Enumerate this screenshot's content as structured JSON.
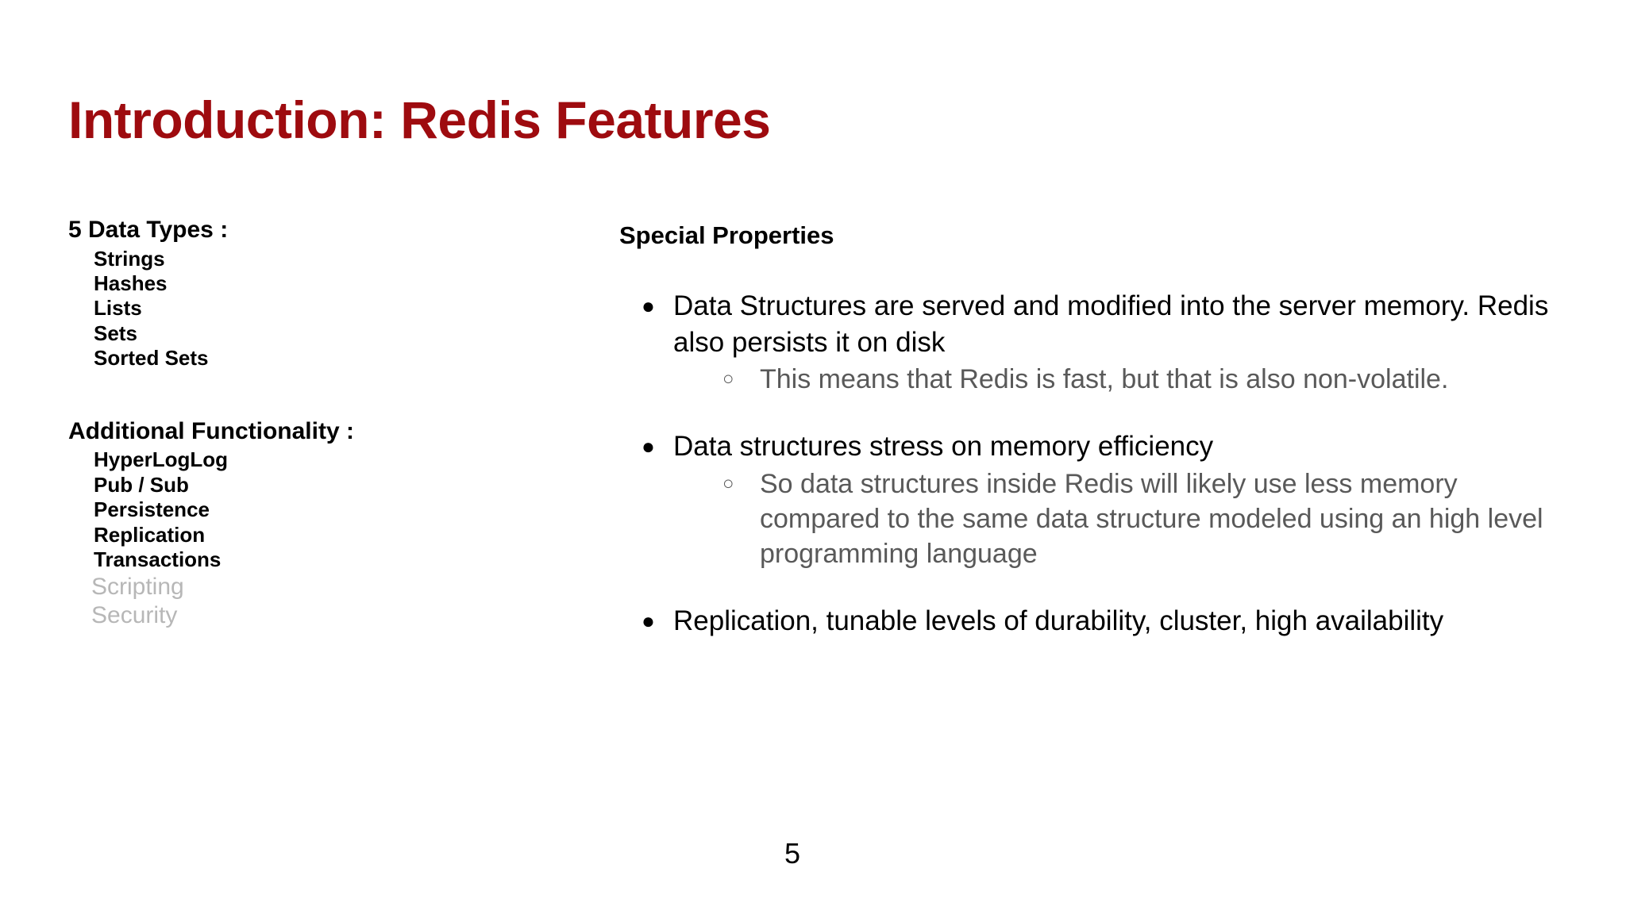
{
  "slide": {
    "title": "Introduction: Redis Features",
    "title_color": "#9e0b0f",
    "page_number": "5",
    "background_color": "#ffffff"
  },
  "left_column": {
    "sections": [
      {
        "heading": "5 Data Types :",
        "items": [
          {
            "label": "Strings",
            "muted": false
          },
          {
            "label": "Hashes",
            "muted": false
          },
          {
            "label": "Lists",
            "muted": false
          },
          {
            "label": "Sets",
            "muted": false
          },
          {
            "label": "Sorted Sets",
            "muted": false
          }
        ]
      },
      {
        "heading": "Additional Functionality :",
        "items": [
          {
            "label": "HyperLogLog",
            "muted": false
          },
          {
            "label": "Pub / Sub",
            "muted": false
          },
          {
            "label": "Persistence",
            "muted": false
          },
          {
            "label": "Replication",
            "muted": false
          },
          {
            "label": "Transactions",
            "muted": false
          },
          {
            "label": "Scripting",
            "muted": true
          },
          {
            "label": "Security",
            "muted": true
          }
        ]
      }
    ],
    "muted_color": "#b7b7b7"
  },
  "right_column": {
    "heading": "Special Properties",
    "bullet_marker_level1": "●",
    "bullet_marker_level2": "○",
    "subbullet_color": "#595959",
    "groups": [
      {
        "text": "Data Structures are served and modified into the server memory.  Redis also persists it on disk",
        "subbullets": [
          "This means that Redis is fast, but that is also non-volatile."
        ]
      },
      {
        "text": "Data structures stress on memory efficiency",
        "subbullets": [
          "So data structures inside Redis will likely use less memory compared to the same data structure modeled using an high level programming language"
        ]
      },
      {
        "text": "Replication, tunable levels of durability, cluster, high availability",
        "subbullets": []
      }
    ]
  }
}
